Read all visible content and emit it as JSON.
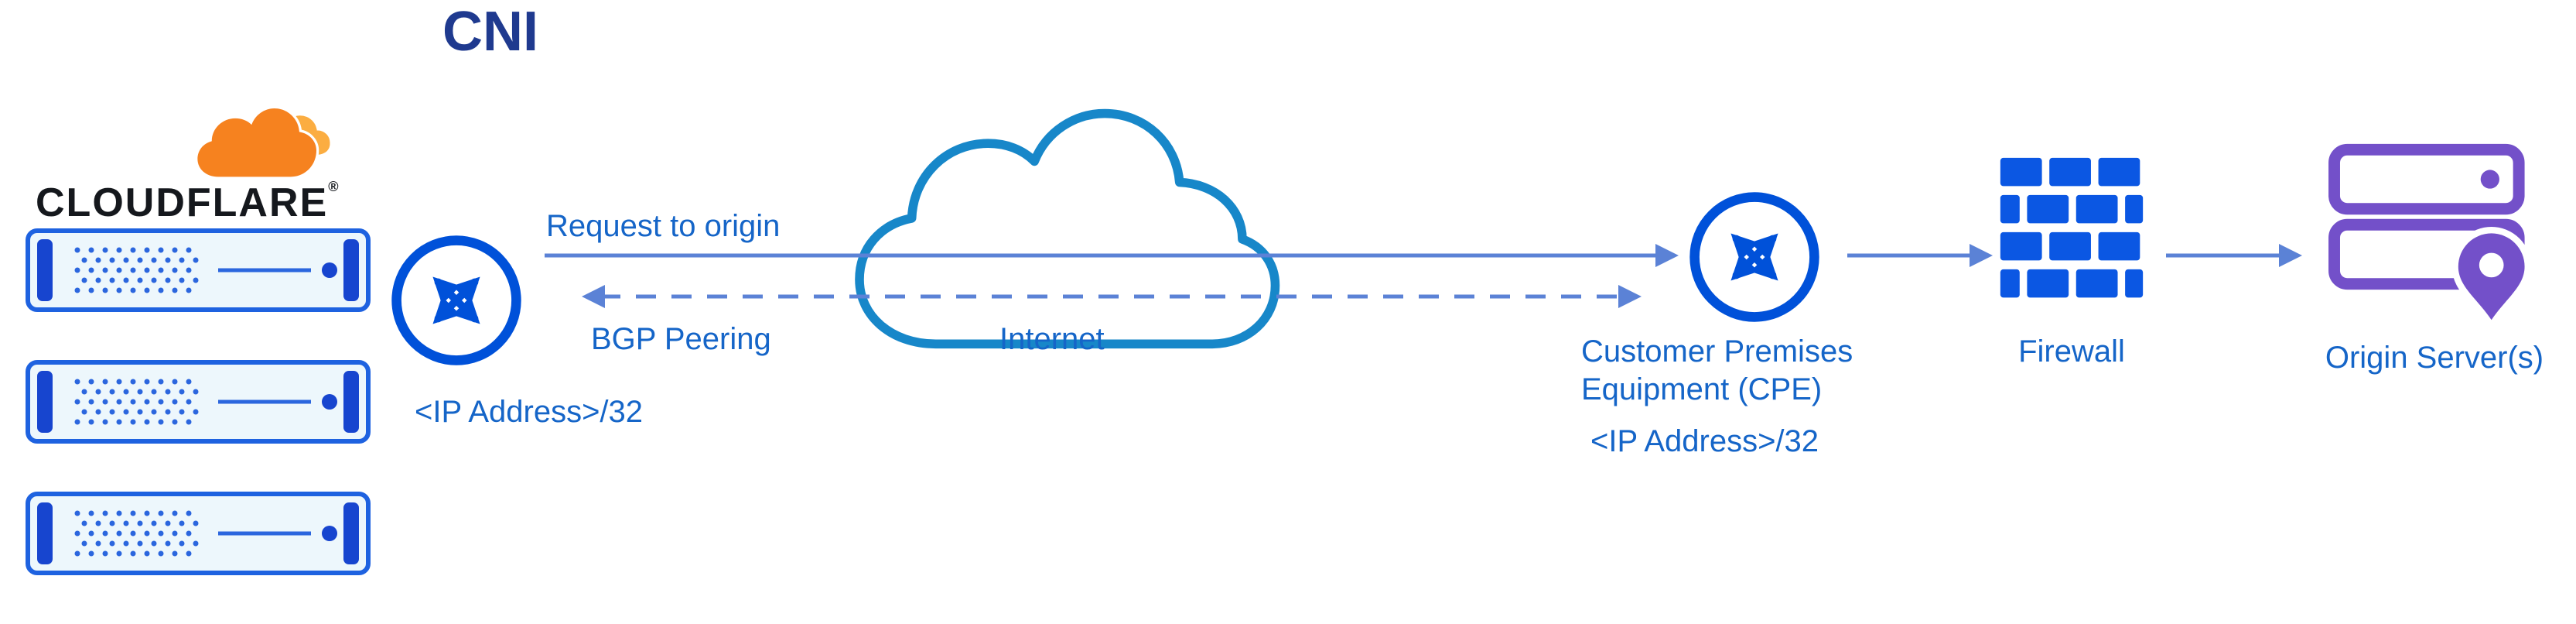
{
  "title": "CNI",
  "cloudflare": {
    "wordmark": "CLOUDFLARE",
    "registered": "®"
  },
  "labels": {
    "request_to_origin": "Request to origin",
    "bgp_peering": "BGP Peering",
    "internet": "Internet",
    "edge_ip": "<IP Address>/32",
    "cpe_line1": "Customer Premises",
    "cpe_line2": "Equipment (CPE)",
    "cpe_ip": "<IP Address>/32",
    "firewall": "Firewall",
    "origin_servers": "Origin Server(s)"
  },
  "colors": {
    "title_navy": "#1F3A8F",
    "label_blue": "#1565C8",
    "connector_blue": "#5B82D6",
    "router_blue": "#0051D9",
    "cloud_outline_blue": "#1787C9",
    "firewall_blue": "#0B57E3",
    "origin_purple": "#7350C9",
    "server_frame_blue": "#1E62E0",
    "server_accent_blue": "#1745CF",
    "cloudflare_orange": "#F6821F",
    "cloudflare_light_orange": "#FBAD41"
  },
  "icons": {
    "cloudflare_logo": "cloudflare-cloud-icon",
    "edge_servers": "server-rack-icon",
    "edge_router": "router-icon",
    "internet": "cloud-icon",
    "cpe_router": "router-icon",
    "firewall": "brick-wall-icon",
    "origin": "server-with-location-pin-icon"
  }
}
